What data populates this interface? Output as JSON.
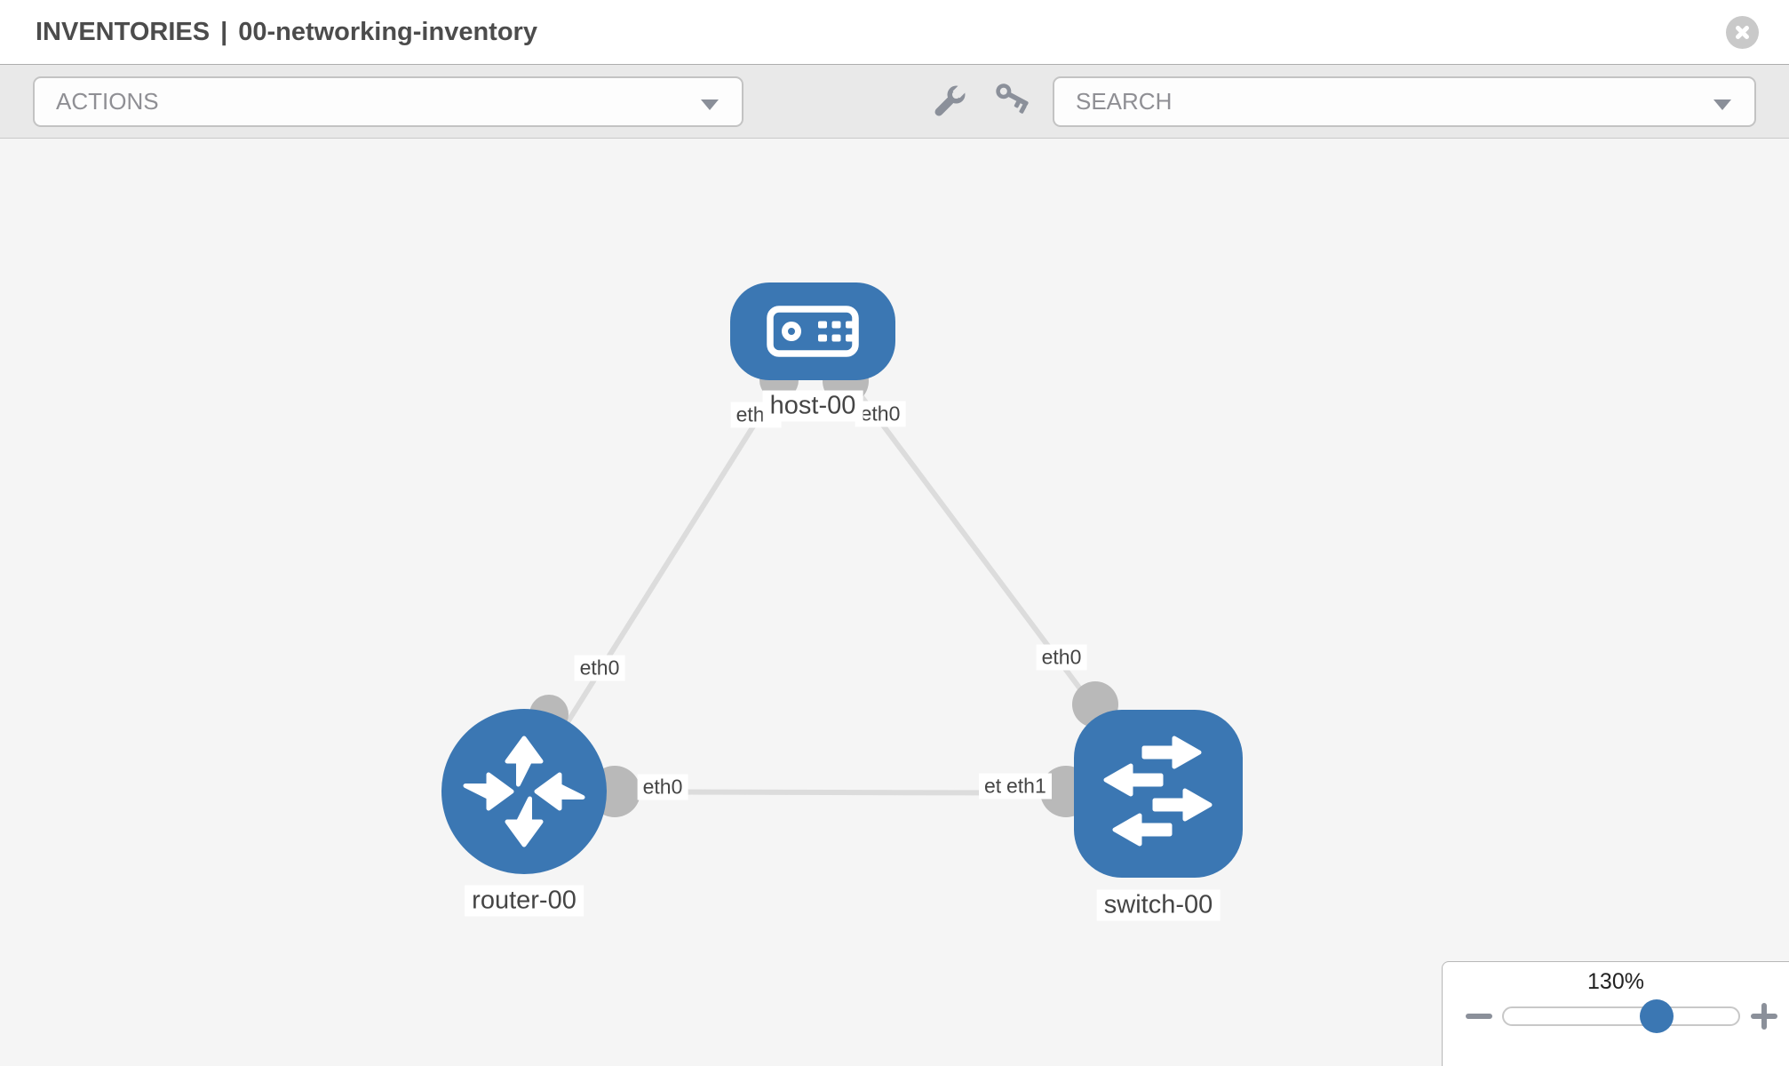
{
  "header": {
    "breadcrumb_section": "INVENTORIES",
    "breadcrumb_separator": "|",
    "inventory_name": "00-networking-inventory",
    "close_icon": "circle-x-icon"
  },
  "toolbar": {
    "actions_label": "ACTIONS",
    "search_placeholder": "SEARCH",
    "wrench_icon": "wrench-icon",
    "key_icon": "key-icon",
    "dropdown_caret_icon": "caret-down-icon"
  },
  "topology": {
    "nodes": [
      {
        "id": "host-00",
        "type": "host",
        "label": "host-00"
      },
      {
        "id": "router-00",
        "type": "router",
        "label": "router-00"
      },
      {
        "id": "switch-00",
        "type": "switch",
        "label": "switch-00"
      }
    ],
    "links": [
      {
        "from": "host-00",
        "to": "router-00",
        "from_interface": "eth0",
        "to_interface": "eth0"
      },
      {
        "from": "host-00",
        "to": "switch-00",
        "from_interface": "eth0",
        "to_interface": "eth0"
      },
      {
        "from": "router-00",
        "to": "switch-00",
        "from_interface": "eth0",
        "to_interface": "eth1"
      }
    ],
    "interface_labels": {
      "host_router_host": "eth0",
      "host_router_router": "eth0",
      "host_switch_host": "eth0",
      "host_switch_switch": "eth0",
      "router_switch_router": "eth0",
      "router_switch_switch": "eth1",
      "router_switch_switch_overlapped": "eth0"
    }
  },
  "zoom_control": {
    "level": "130%",
    "zoom_out_icon": "minus-icon",
    "zoom_in_icon": "plus-icon"
  },
  "colors": {
    "node_blue": "#3b77b3",
    "link_gray": "#dcdcdc",
    "interface_dot_gray": "#b9b9b9",
    "toolbar_bg": "#e9e9e9",
    "canvas_bg": "#f5f5f5",
    "icon_gray": "#8b909a"
  }
}
